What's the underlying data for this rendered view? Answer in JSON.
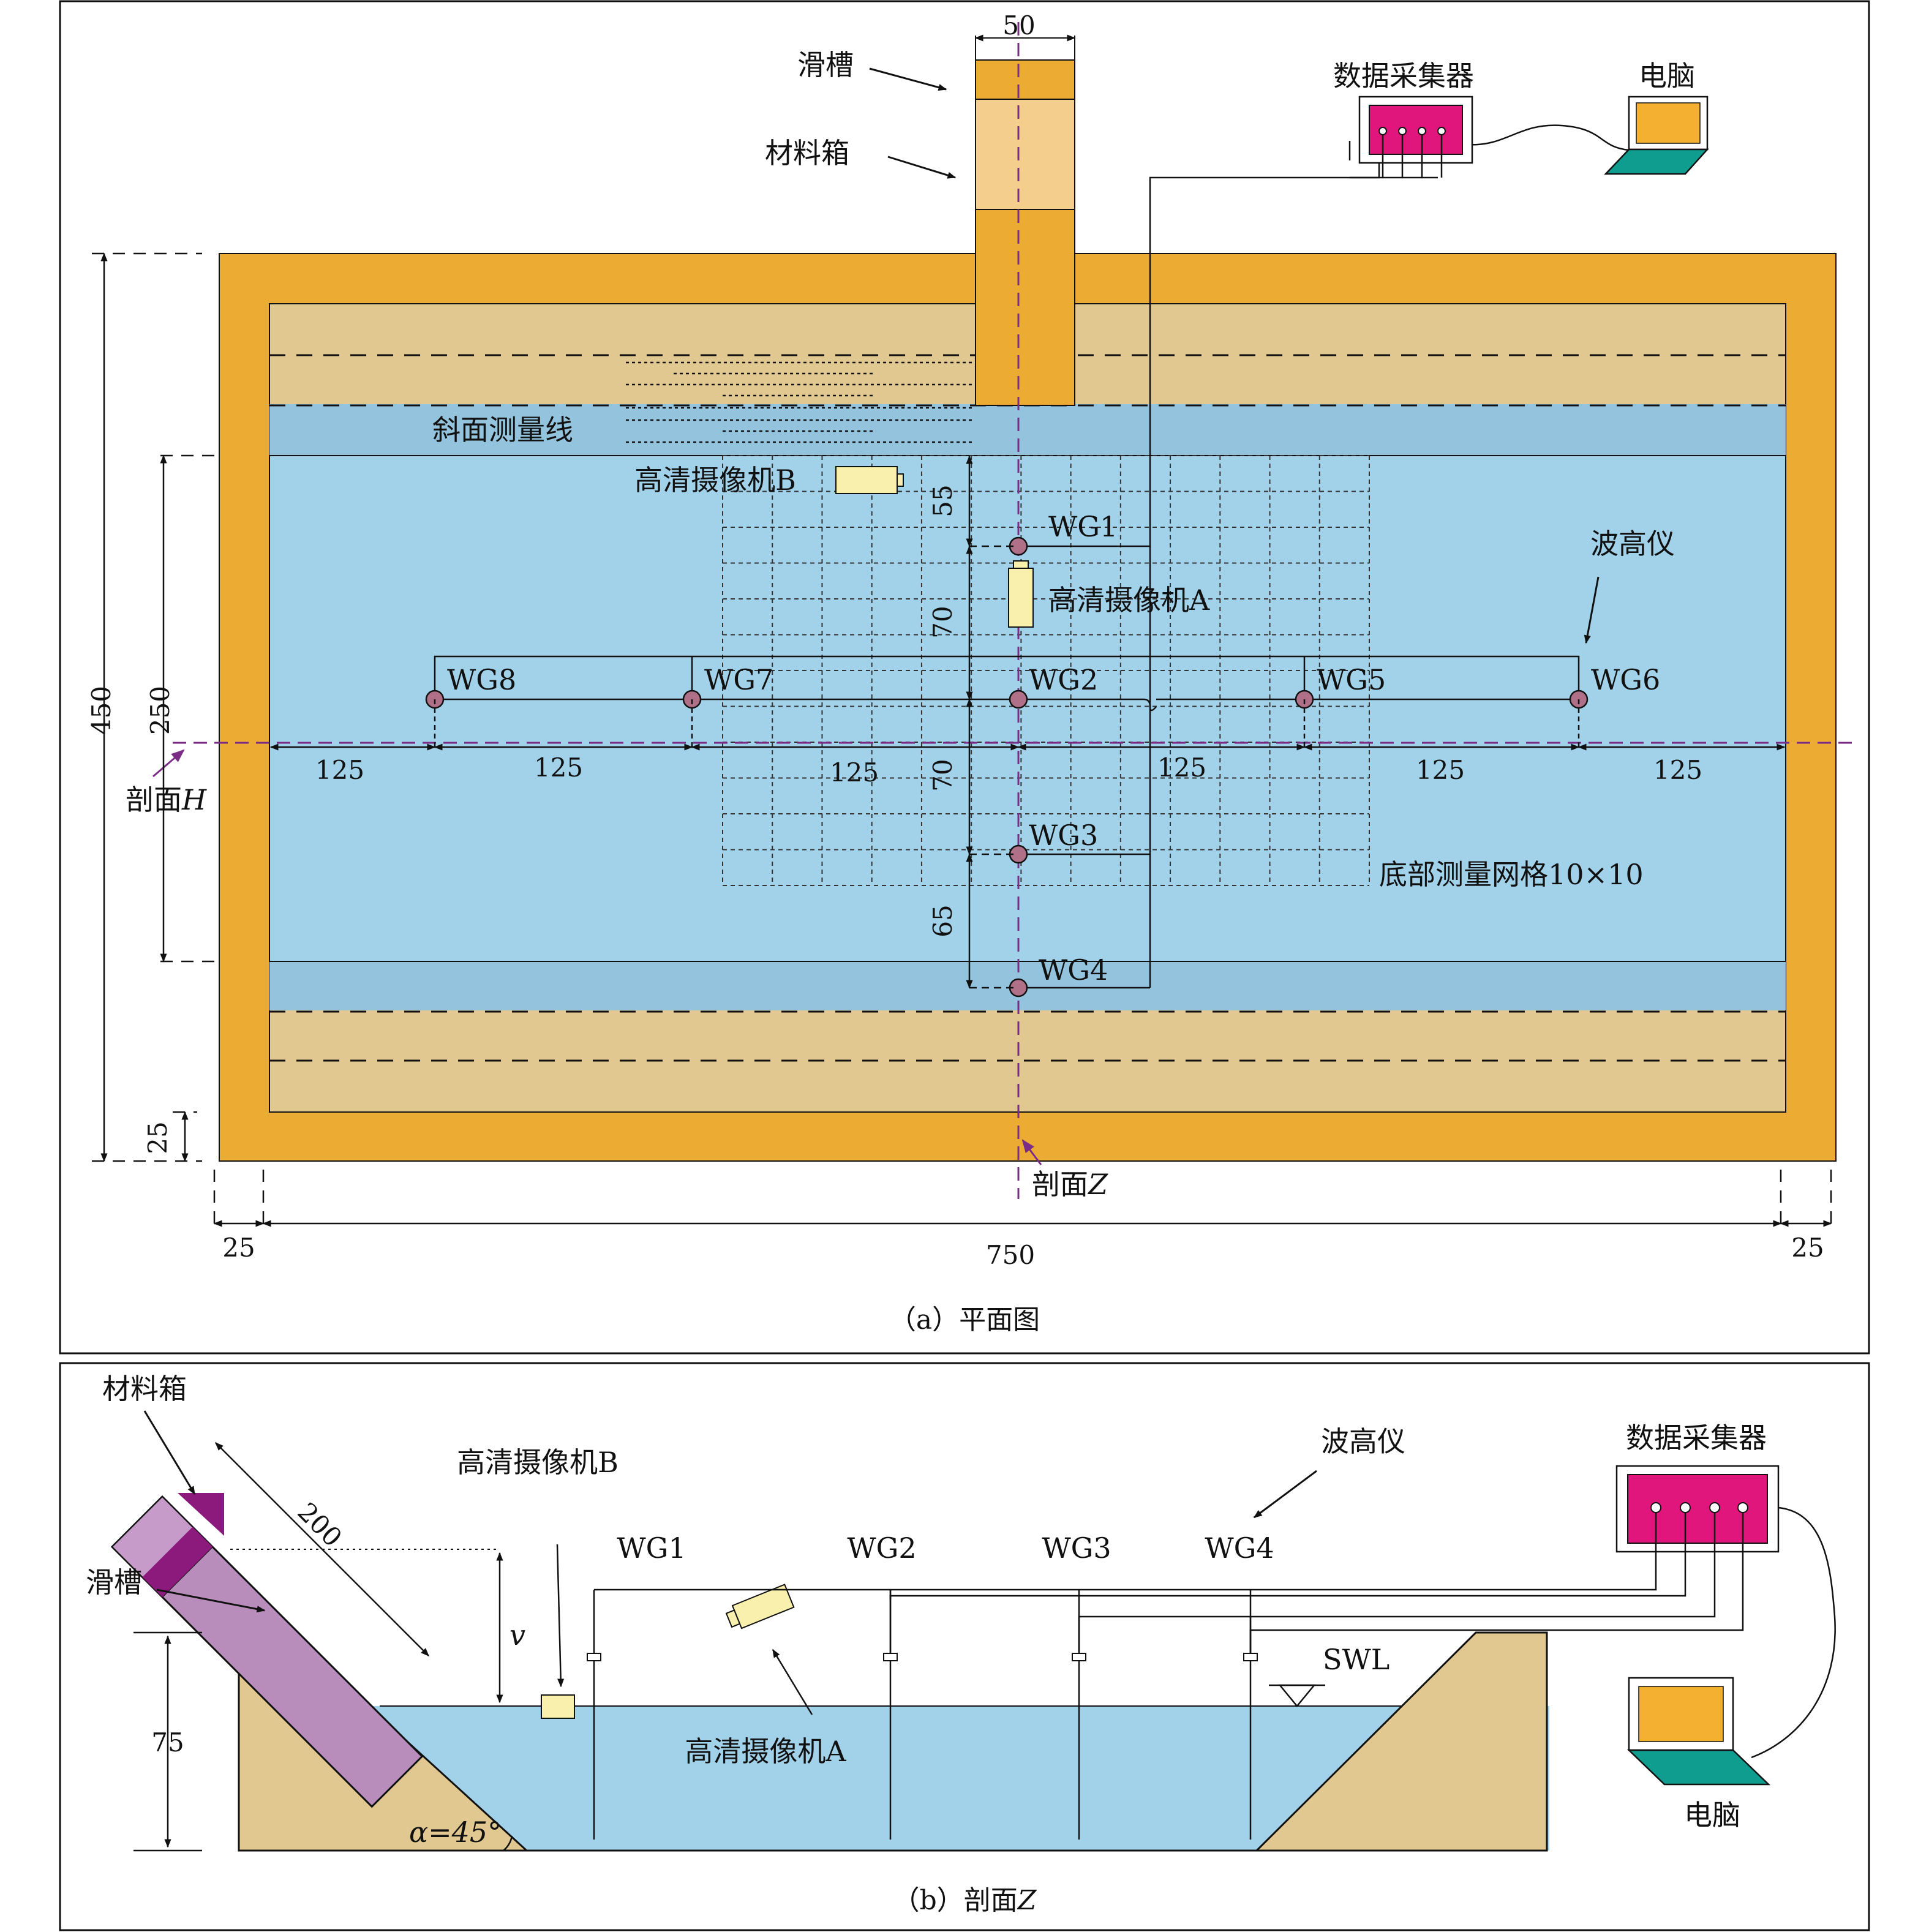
{
  "panel_a": {
    "caption": "（a）平面图",
    "labels": {
      "chute": "滑槽",
      "material_box": "材料箱",
      "data_collector": "数据采集器",
      "computer": "电脑",
      "slope_lines": "斜面测量线",
      "camera_b": "高清摄像机B",
      "camera_a": "高清摄像机A",
      "wave_gauge": "波高仪",
      "bottom_grid": "底部测量网格10×10",
      "section_h_prefix": "剖面",
      "section_h_italic": "H",
      "section_z_prefix": "剖面",
      "section_z_italic": "Z"
    },
    "gauges": [
      "WG1",
      "WG2",
      "WG3",
      "WG4",
      "WG5",
      "WG6",
      "WG7",
      "WG8"
    ],
    "dimensions": {
      "chute_width": "50",
      "total_height": "450",
      "water_height": "250",
      "wall_bottom": "25",
      "wall_left": "25",
      "inner_length": "750",
      "wall_right": "25",
      "spacing": [
        "125",
        "125",
        "125",
        "125",
        "125",
        "125"
      ],
      "wg1_offset": "55",
      "wg1_wg2": "70",
      "wg2_wg3": "70",
      "wg3_wg4": "65"
    }
  },
  "panel_b": {
    "caption_prefix": "（b）剖面",
    "caption_italic": "Z",
    "labels": {
      "material_box": "材料箱",
      "chute": "滑槽",
      "camera_b": "高清摄像机B",
      "camera_a": "高清摄像机A",
      "wave_gauge": "波高仪",
      "data_collector": "数据采集器",
      "computer": "电脑",
      "swl": "SWL",
      "drop": "v",
      "angle": "α=45°"
    },
    "gauges": [
      "WG1",
      "WG2",
      "WG3",
      "WG4"
    ],
    "dimensions": {
      "chute_length": "200",
      "depth": "75"
    }
  },
  "colors": {
    "frame": "#ECAC33",
    "slope_sand": "#E0C890",
    "water": "#A2D2EA",
    "water_edge": "#94C4DD",
    "box_light": "#F4CE8C",
    "collector": "#E0167D",
    "laptop_screen": "#F4B030",
    "laptop_base": "#0F9D90",
    "camera": "#F8F0AC",
    "chute_b": "#B98DBB",
    "box_b": "#8B1A7C",
    "gauge_dot": "#B07088",
    "axis": "#7B2C86"
  }
}
